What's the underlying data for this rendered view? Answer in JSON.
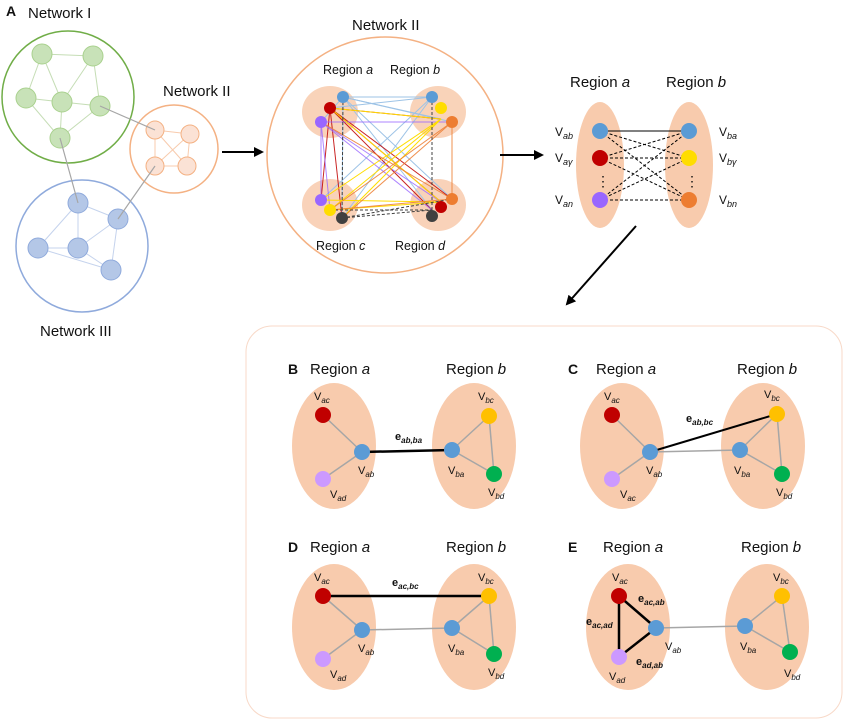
{
  "panel_letters": {
    "a": "A",
    "b": "B",
    "c": "C",
    "d": "D",
    "e": "E"
  },
  "networks": {
    "n1": "Network I",
    "n2": "Network II",
    "n3": "Network III"
  },
  "region_word": "Region",
  "regions": {
    "a": "a",
    "b": "b",
    "c": "c",
    "d": "d"
  },
  "vertex_labels": {
    "v": "V",
    "ab": "ab",
    "ay": "aγ",
    "an": "an",
    "ba": "ba",
    "by": "bγ",
    "bn": "bn",
    "ac": "ac",
    "ad": "ad",
    "bc": "bc",
    "bd": "bd"
  },
  "edge_labels": {
    "e": "e",
    "ab_ba": "ab,ba",
    "ab_bc": "ab,bc",
    "ac_bc": "ac,bc",
    "ac_ab": "ac,ab",
    "ac_ad": "ac,ad",
    "ad_ab": "ad,ab"
  },
  "ellipsis": "⋮",
  "colors": {
    "green_fill": "#c8e2b8",
    "green_stroke": "#70ad47",
    "orange_fill": "#fbe2d5",
    "orange_stroke": "#f4b183",
    "blue_fill": "#b4c7e7",
    "blue_stroke": "#8faadc",
    "region_fill": "#f8cbad",
    "node_blue": "#5b9bd5",
    "node_red": "#c00000",
    "node_purple": "#9966ff",
    "node_yellow": "#ffdd00",
    "node_orange": "#ed7d31",
    "node_dark": "#404040",
    "node_green": "#00b050",
    "node_lilac": "#cc99ff"
  }
}
